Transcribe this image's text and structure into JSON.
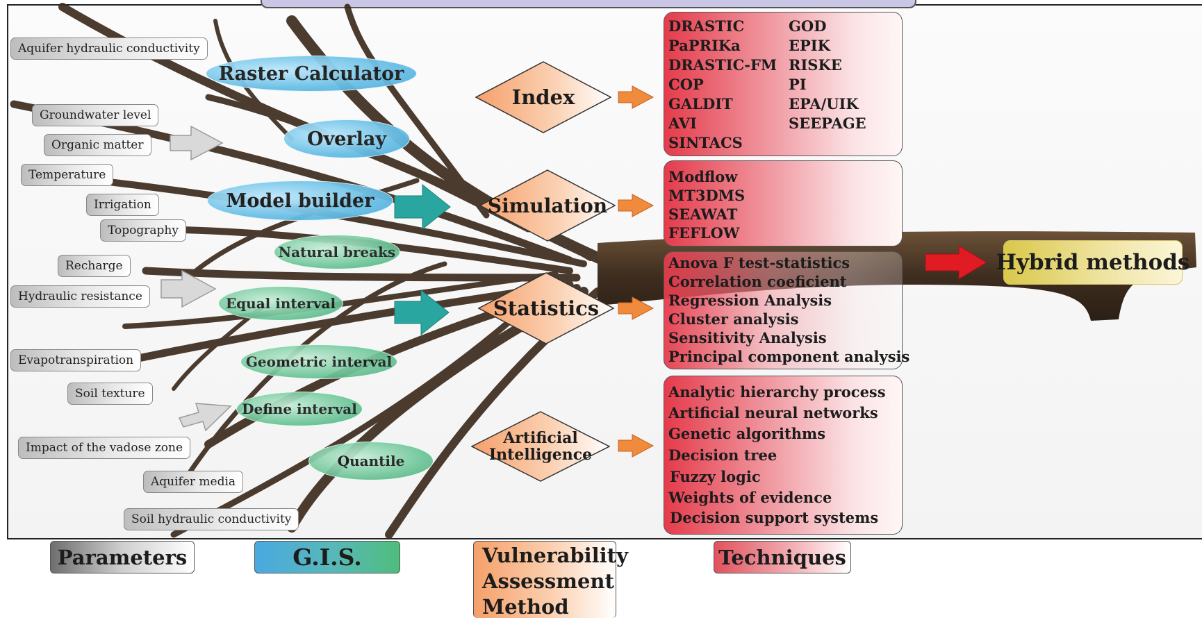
{
  "parameters": [
    "Aquifer hydraulic conductivity",
    "Groundwater level",
    "Organic matter",
    "Temperature",
    "Irrigation",
    "Topography",
    "Recharge",
    "Hydraulic resistance",
    "Evapotranspiration",
    "Soil texture",
    "Impact of the vadose zone",
    "Aquifer media",
    "Soil hydraulic conductivity"
  ],
  "gis_tools": [
    "Raster Calculator",
    "Overlay",
    "Model builder",
    "Natural breaks",
    "Equal interval",
    "Geometric interval",
    "Define interval",
    "Quantile"
  ],
  "methods": [
    {
      "label": "Index"
    },
    {
      "label": "Simulation"
    },
    {
      "label": "Statistics"
    },
    {
      "label_lines": [
        "Artificial",
        "Intelligence"
      ]
    }
  ],
  "techniques": {
    "index_col1": [
      "DRASTIC",
      "PaPRIKa",
      "DRASTIC-FM",
      "COP",
      "GALDIT",
      "AVI",
      "SINTACS"
    ],
    "index_col2": [
      "GOD",
      "EPIK",
      "RISKE",
      "PI",
      "EPA/UIK",
      "SEEPAGE"
    ],
    "simulation": [
      "Modflow",
      "MT3DMS",
      "SEAWAT",
      "FEFLOW"
    ],
    "statistics": [
      "Anova F test-statistics",
      "Correlation coeficient",
      "Regression Analysis",
      "Cluster analysis",
      "Sensitivity Analysis",
      "Principal component analysis"
    ],
    "ai": [
      "Analytic hierarchy process",
      "Artificial neural networks",
      "Genetic algorithms",
      "Decision tree",
      "Fuzzy logic",
      "Weights of evidence",
      "Decision support systems"
    ]
  },
  "hybrid": "Hybrid methods",
  "legend": {
    "parameters": "Parameters",
    "gis": "G.I.S.",
    "vulnerability_lines": [
      "Vulnerability",
      "Assessment",
      "Method"
    ],
    "techniques": "Techniques"
  },
  "colors": {
    "parameters": "#bdbdbd",
    "gis_blue": "#69bfe6",
    "gis_green": "#6fc69a",
    "method_orange": "#f5a06a",
    "technique_red": "#e53b4b",
    "hybrid_yellow": "#d9c84a",
    "arrow_red": "#e01b24",
    "arrow_orange": "#f08a3c",
    "arrow_teal": "#2aa6a0",
    "trunk_brown": "#4a3726"
  }
}
